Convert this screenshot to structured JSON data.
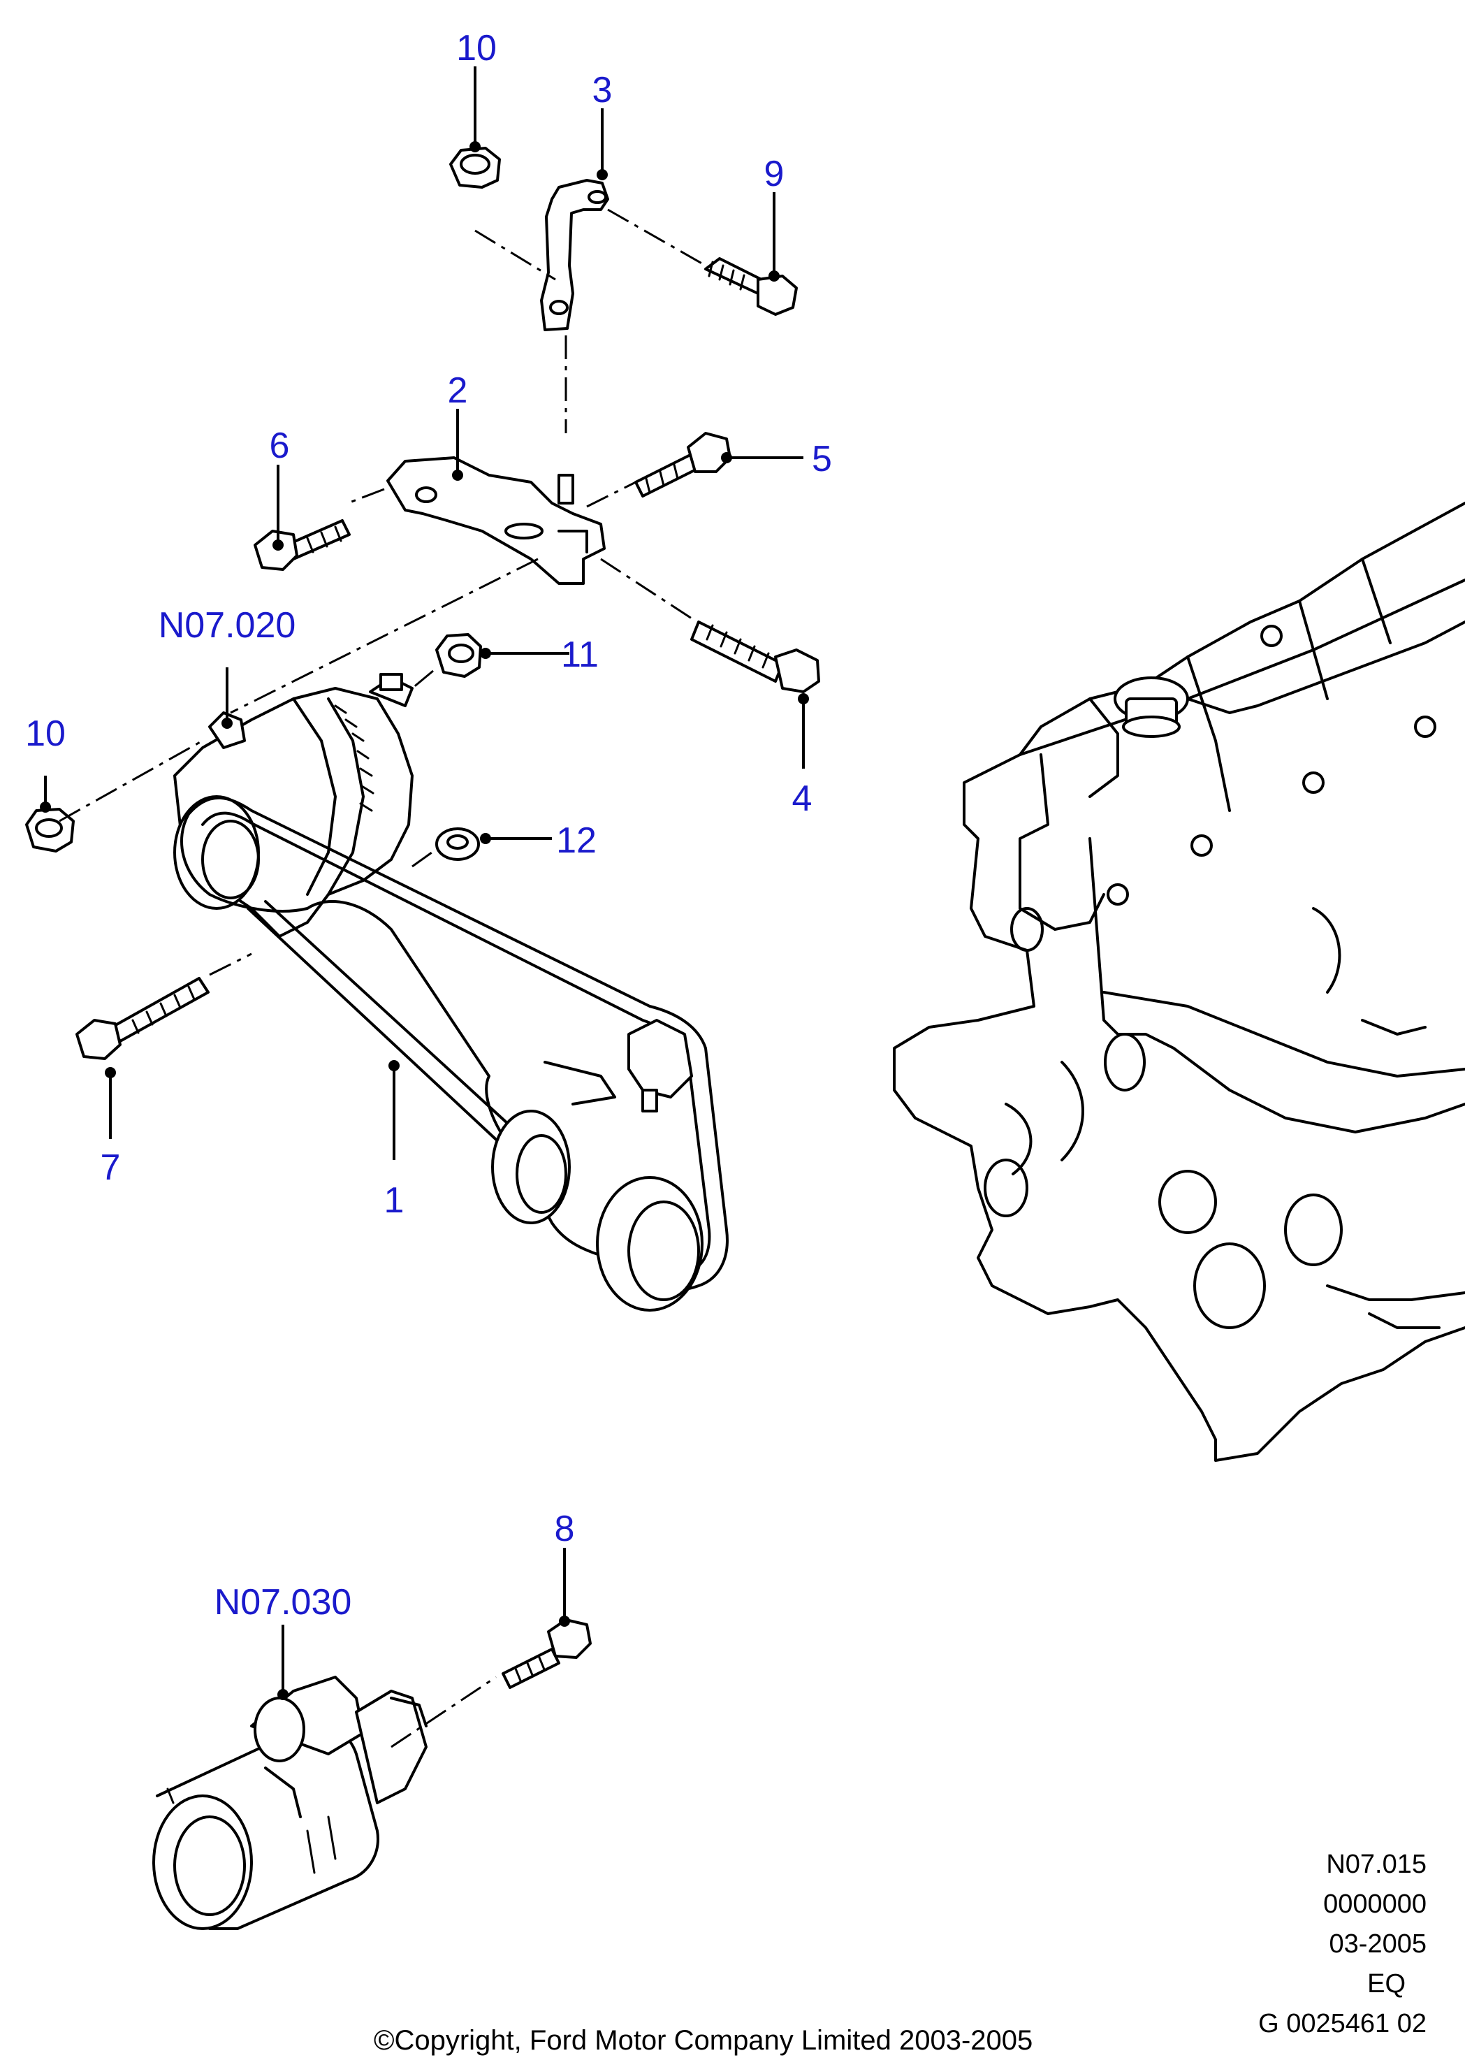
{
  "callouts": {
    "c1": "1",
    "c2": "2",
    "c3": "3",
    "c4": "4",
    "c5": "5",
    "c6": "6",
    "c7": "7",
    "c8": "8",
    "c9": "9",
    "c10_top": "10",
    "c10_left": "10",
    "c11": "11",
    "c12": "12",
    "alternator_ref": "N07.020",
    "starter_ref": "N07.030"
  },
  "meta": {
    "line1": "N07.015",
    "line2": "0000000",
    "line3": "03-2005",
    "line4": "EQ",
    "line5": "G 0025461 02"
  },
  "copyright": "©Copyright, Ford Motor Company Limited 2003-2005",
  "colors": {
    "callout": "#1a1acc",
    "line": "#000000",
    "background": "#ffffff"
  }
}
